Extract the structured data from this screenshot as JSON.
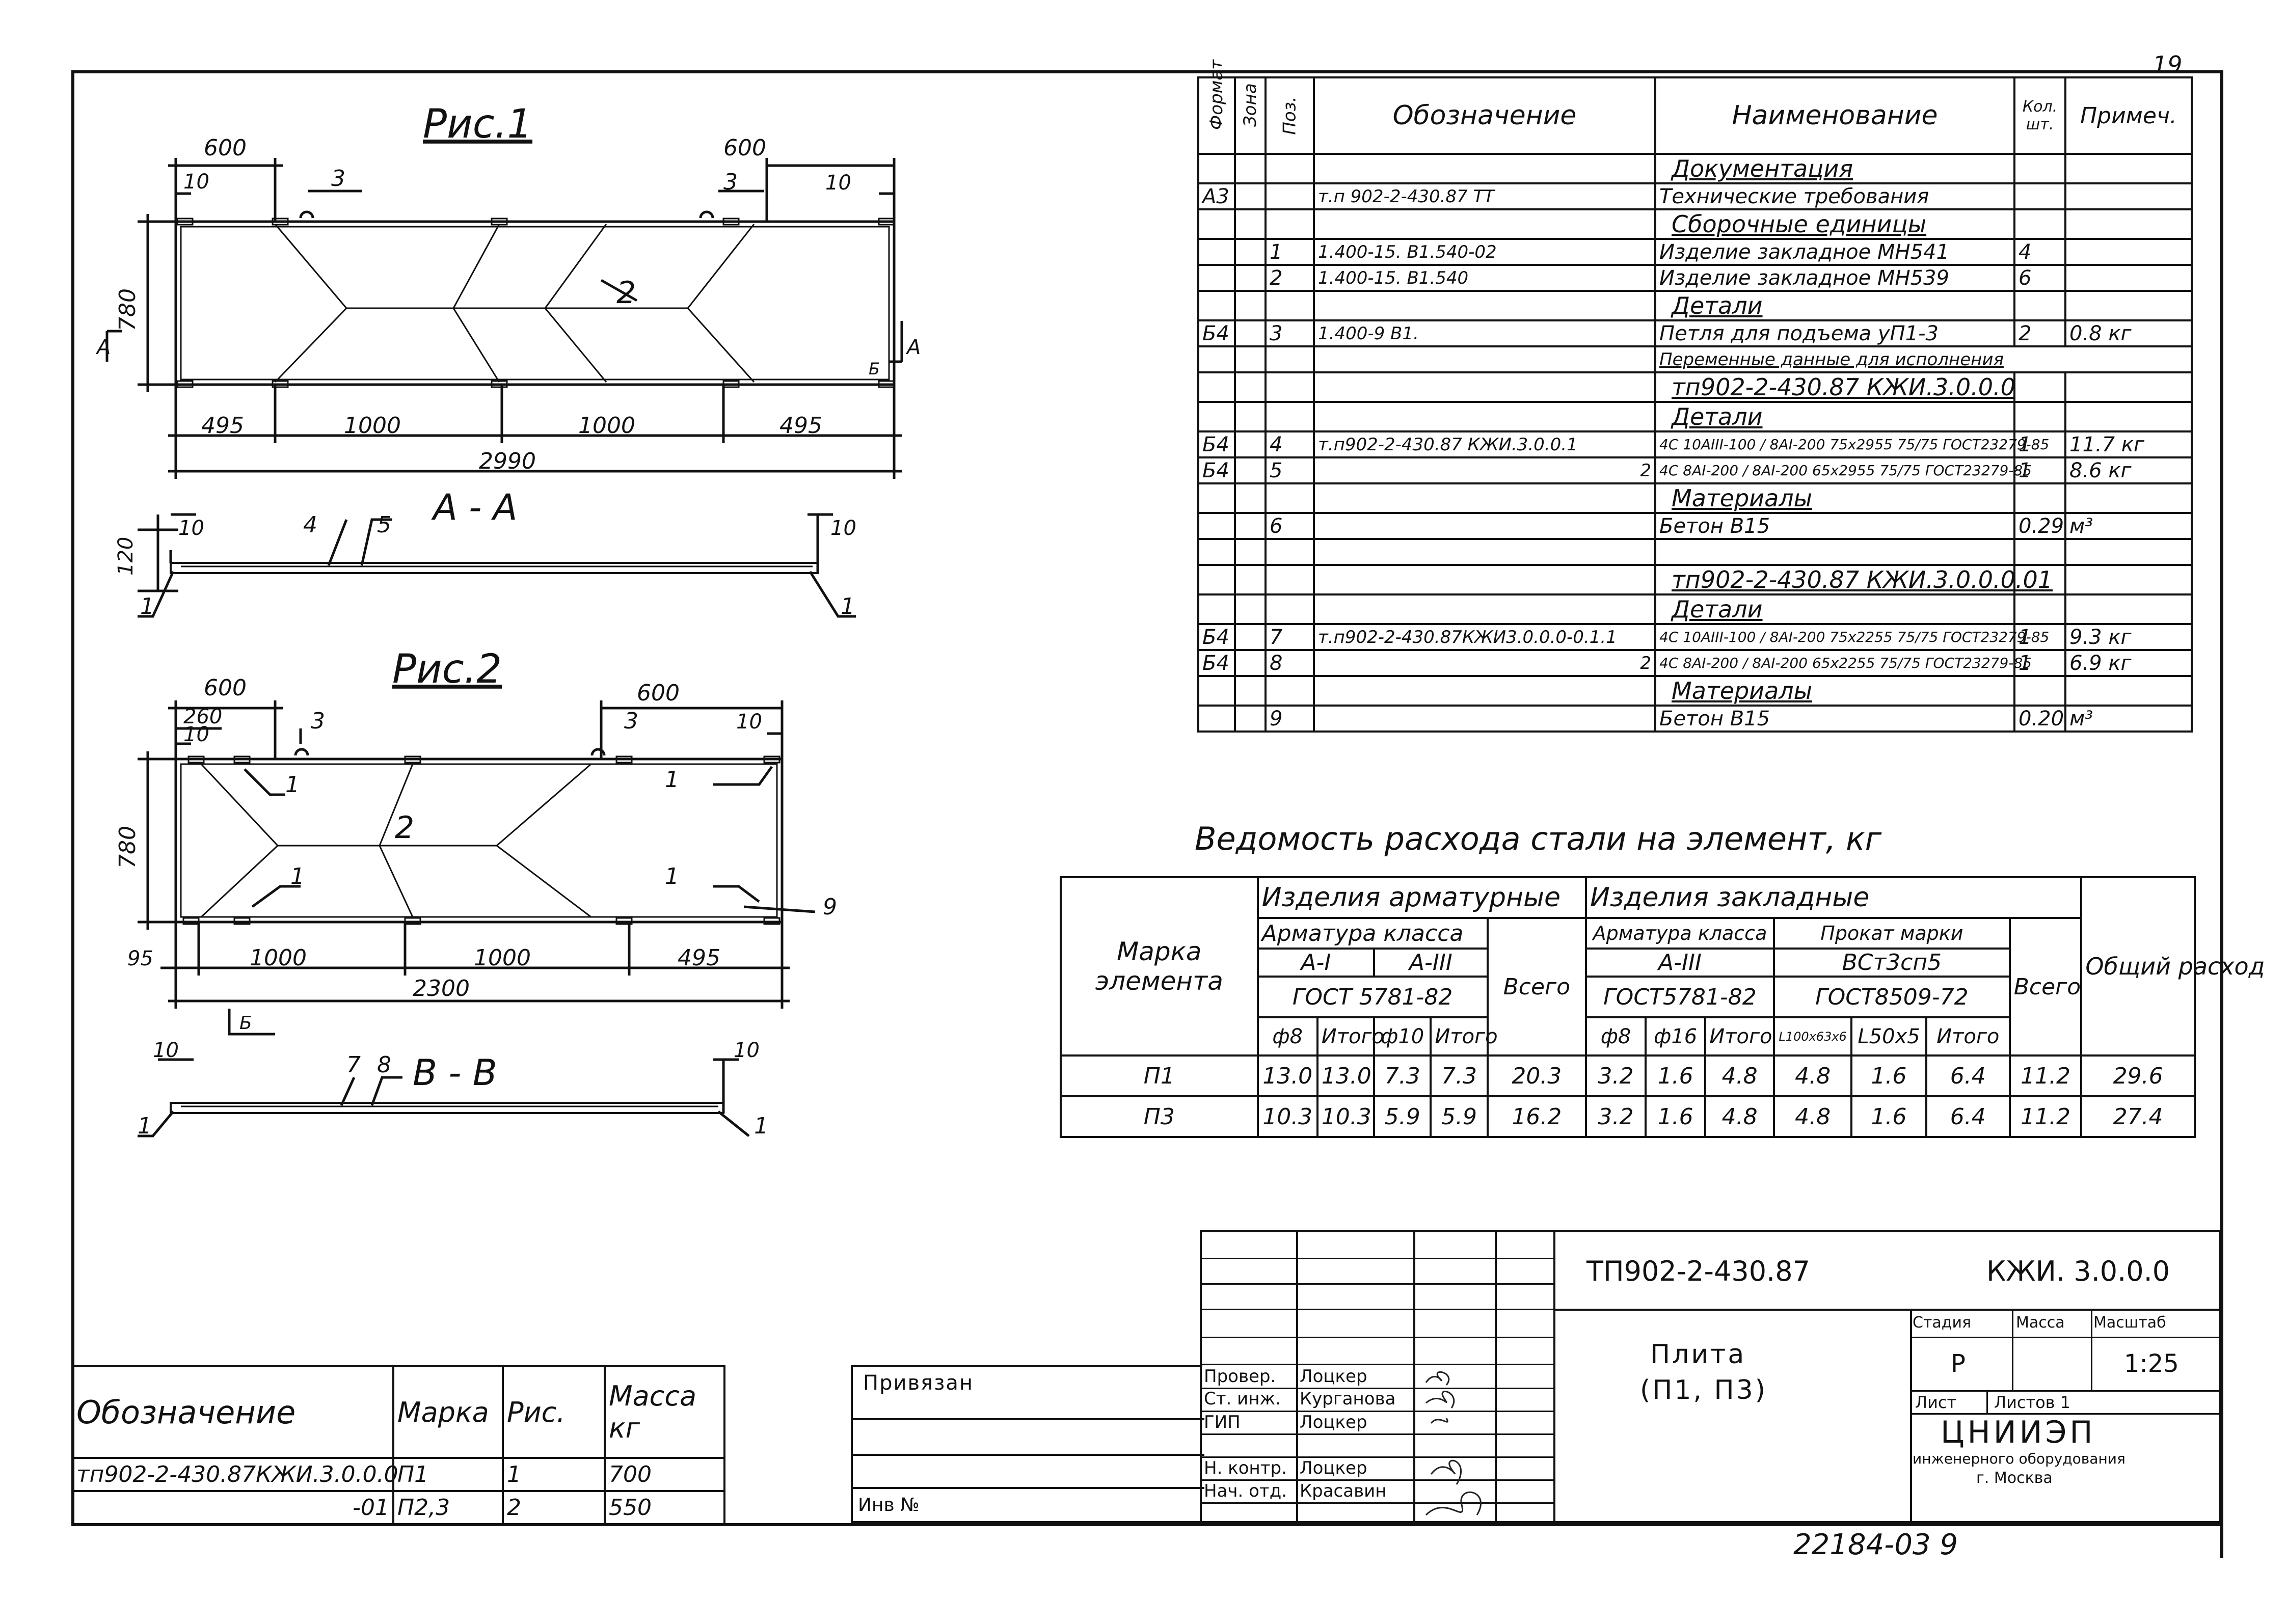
{
  "sheet_number_top": "19",
  "fig1": {
    "title": "Рис.1",
    "dims": [
      "600",
      "10",
      "3",
      "600",
      "3",
      "10",
      "780",
      "А",
      "Б",
      "А",
      "Б",
      "495",
      "1000",
      "1000",
      "495",
      "2990"
    ],
    "pos_label": "2",
    "section_title": "А - А",
    "section_dims": [
      "10",
      "4",
      "5",
      "10",
      "120",
      "1",
      "1"
    ]
  },
  "fig2": {
    "title": "Рис.2",
    "dims": [
      "600",
      "260",
      "10",
      "3",
      "600",
      "3",
      "10",
      "780",
      "1",
      "1",
      "2",
      "1",
      "1",
      "9",
      "95",
      "1000",
      "1000",
      "495",
      "2300",
      "Б"
    ],
    "section_title": "В - В",
    "section_dims": [
      "10",
      "7",
      "8",
      "10",
      "1",
      "1"
    ]
  },
  "spec": {
    "headers": [
      "Формат",
      "Зона",
      "Поз.",
      "Обозначение",
      "Наименование",
      "Кол. шт.",
      "Примеч."
    ],
    "rows": [
      {
        "fmt": "",
        "zone": "",
        "pos": "",
        "code": "",
        "name": "Документация",
        "qty": "",
        "note": "",
        "u": true
      },
      {
        "fmt": "А3",
        "zone": "",
        "pos": "",
        "code": "т.п 902-2-430.87          ТТ",
        "name": "Технические требования",
        "qty": "",
        "note": ""
      },
      {
        "fmt": "",
        "zone": "",
        "pos": "",
        "code": "",
        "name": "Сборочные единицы",
        "qty": "",
        "note": "",
        "u": true
      },
      {
        "fmt": "",
        "zone": "",
        "pos": "1",
        "code": "1.400-15. В1.540-02",
        "name": "Изделие закладное МН541",
        "qty": "4",
        "note": ""
      },
      {
        "fmt": "",
        "zone": "",
        "pos": "2",
        "code": "1.400-15. В1.540",
        "name": "Изделие закладное МН539",
        "qty": "6",
        "note": ""
      },
      {
        "fmt": "",
        "zone": "",
        "pos": "",
        "code": "",
        "name": "Детали",
        "qty": "",
        "note": "",
        "u": true
      },
      {
        "fmt": "Б4",
        "zone": "",
        "pos": "3",
        "code": "1.400-9  В1.",
        "name": "Петля для подъема уП1-3",
        "qty": "2",
        "note": "0.8 кг"
      },
      {
        "fmt": "",
        "zone": "",
        "pos": "",
        "code": "",
        "name": "Переменные данные для исполнения",
        "qty": "",
        "note": "",
        "span": true
      },
      {
        "fmt": "",
        "zone": "",
        "pos": "",
        "code": "",
        "name": "тп902-2-430.87  КЖИ.3.0.0.0",
        "qty": "",
        "note": "",
        "u": true
      },
      {
        "fmt": "",
        "zone": "",
        "pos": "",
        "code": "",
        "name": "Детали",
        "qty": "",
        "note": "",
        "u": true
      },
      {
        "fmt": "Б4",
        "zone": "",
        "pos": "4",
        "code": "т.п902-2-430.87 КЖИ.3.0.0.1",
        "name": "4С 10АIII-100 / 8АI-200  75х2955 75/75 ГОСТ23279-85",
        "qty": "1",
        "note": "11.7 кг"
      },
      {
        "fmt": "Б4",
        "zone": "",
        "pos": "5",
        "code": "2",
        "name": "4С 8АI-200 / 8АI-200  65х2955 75/75 ГОСТ23279-85",
        "qty": "1",
        "note": "8.6 кг"
      },
      {
        "fmt": "",
        "zone": "",
        "pos": "",
        "code": "",
        "name": "Материалы",
        "qty": "",
        "note": "",
        "u": true
      },
      {
        "fmt": "",
        "zone": "",
        "pos": "6",
        "code": "",
        "name": "Бетон В15",
        "qty": "0.29",
        "note": "м³"
      },
      {
        "fmt": "",
        "zone": "",
        "pos": "",
        "code": "",
        "name": "",
        "qty": "",
        "note": ""
      },
      {
        "fmt": "",
        "zone": "",
        "pos": "",
        "code": "",
        "name": "тп902-2-430.87 КЖИ.3.0.0.0.01",
        "qty": "",
        "note": "",
        "u": true
      },
      {
        "fmt": "",
        "zone": "",
        "pos": "",
        "code": "",
        "name": "Детали",
        "qty": "",
        "note": "",
        "u": true
      },
      {
        "fmt": "Б4",
        "zone": "",
        "pos": "7",
        "code": "т.п902-2-430.87КЖИ3.0.0.0-0.1.1",
        "name": "4С 10АIII-100 / 8АI-200  75х2255 75/75 ГОСТ23279-85",
        "qty": "1",
        "note": "9.3 кг"
      },
      {
        "fmt": "Б4",
        "zone": "",
        "pos": "8",
        "code": "2",
        "name": "4С 8АI-200 / 8АI-200  65х2255 75/75 ГОСТ23279-85",
        "qty": "1",
        "note": "6.9 кг"
      },
      {
        "fmt": "",
        "zone": "",
        "pos": "",
        "code": "",
        "name": "Материалы",
        "qty": "",
        "note": "",
        "u": true
      },
      {
        "fmt": "",
        "zone": "",
        "pos": "9",
        "code": "",
        "name": "Бетон В15",
        "qty": "0.20",
        "note": "м³"
      }
    ]
  },
  "steel": {
    "title": "Ведомость расхода стали на элемент, кг",
    "h_mark": "Марка элемента",
    "h_arm": "Изделия арматурные",
    "h_emb": "Изделия закладные",
    "h_cls": "Арматура класса",
    "h_cls2": "Арматура класса",
    "h_rolled": "Прокат марки",
    "h_a1": "А-I",
    "h_a3": "А-III",
    "h_a3b": "А-III",
    "h_vst": "ВСт3сп5",
    "h_gost1": "ГОСТ 5781-82",
    "h_gost2": "ГОСТ5781-82",
    "h_gost3": "ГОСТ8509-72",
    "h_total1": "Всего",
    "h_total2": "Всего",
    "h_grand": "Общий расход",
    "sub": [
      "ф8",
      "Итого",
      "ф10",
      "Итого",
      "ф8",
      "ф16",
      "Итого",
      "L100х63х6",
      "L50х5",
      "Итого"
    ],
    "rows": [
      {
        "mark": "П1",
        "v": [
          "13.0",
          "13.0",
          "7.3",
          "7.3",
          "20.3",
          "3.2",
          "1.6",
          "4.8",
          "4.8",
          "1.6",
          "6.4",
          "11.2",
          "29.6"
        ]
      },
      {
        "mark": "П3",
        "v": [
          "10.3",
          "10.3",
          "5.9",
          "5.9",
          "16.2",
          "3.2",
          "1.6",
          "4.8",
          "4.8",
          "1.6",
          "6.4",
          "11.2",
          "27.4"
        ]
      }
    ]
  },
  "marks_table": {
    "headers": [
      "Обозначение",
      "Марка",
      "Рис.",
      "Масса кг"
    ],
    "rows": [
      [
        "тп902-2-430.87КЖИ.3.0.0.0",
        "П1",
        "1",
        "700"
      ],
      [
        "-01",
        "П2,3",
        "2",
        "550"
      ]
    ]
  },
  "stamp": {
    "bound": "Привязан",
    "inv": "Инв №",
    "roles": [
      "Провер.",
      "Ст. инж.",
      "ГИП",
      "Н. контр.",
      "Нач. отд."
    ],
    "names": [
      "Лоцкер",
      "Курганова",
      "Лоцкер",
      "Лоцкер",
      "Красавин"
    ],
    "project": "ТП902-2-430.87",
    "code": "КЖИ. 3.0.0.0",
    "title_line1": "Плита",
    "title_line2": "(П1, П3)",
    "stage_h": "Стадия",
    "mass_h": "Масса",
    "scale_h": "Масштаб",
    "stage": "Р",
    "scale": "1:25",
    "sheet_h": "Лист",
    "sheets_h": "Листов 1",
    "org1": "ЦНИИЭП",
    "org2": "инженерного оборудования",
    "org3": "г. Москва"
  },
  "archive_no": "22184-03  9"
}
